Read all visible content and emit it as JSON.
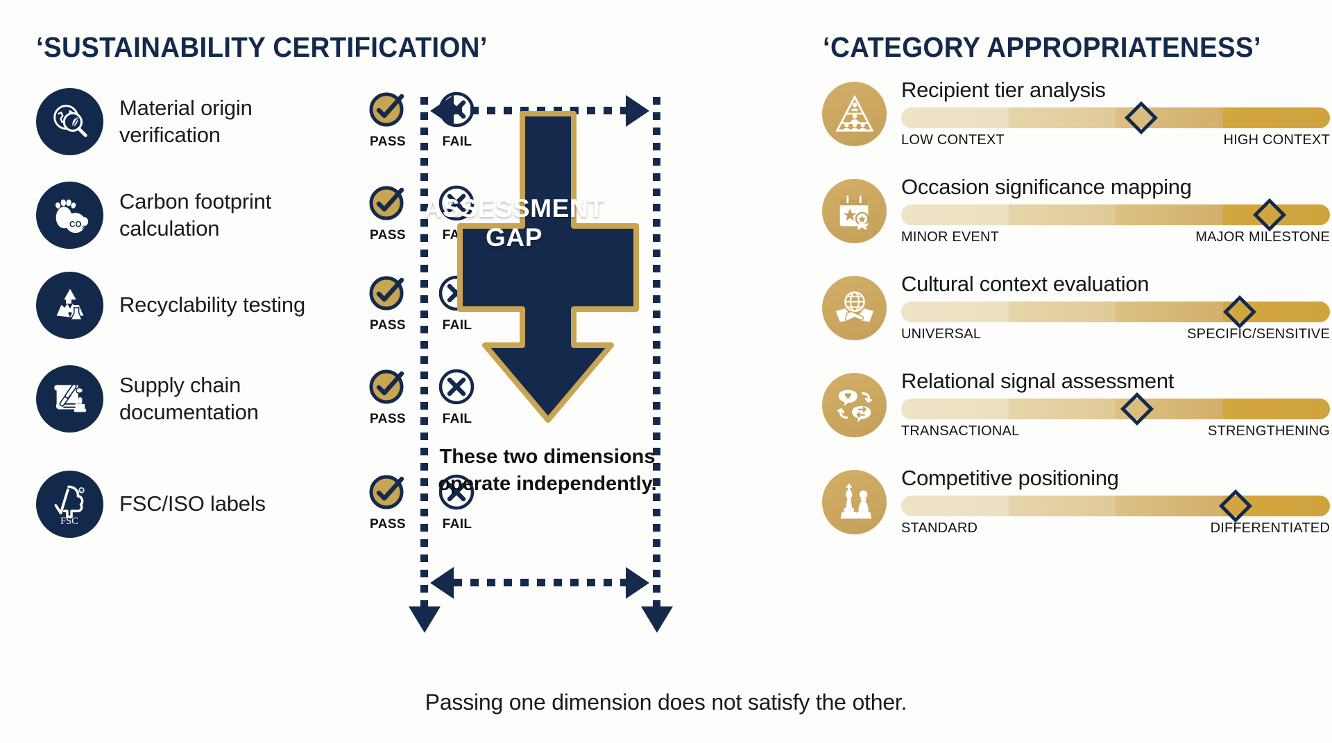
{
  "colors": {
    "navy": "#14294b",
    "gold": "#c8a553",
    "gold_light": "#efe2c7",
    "gold_dark": "#cfa33d",
    "background": "#fdfdfc",
    "text": "#161616"
  },
  "left_column": {
    "title": "‘SUSTAINABILITY CERTIFICATION’",
    "pass_label": "PASS",
    "fail_label": "FAIL",
    "items": [
      {
        "label": "Material origin verification",
        "icon": "globe-leaf-magnifier-icon",
        "result": "PASS"
      },
      {
        "label": "Carbon footprint calculation",
        "icon": "carbon-footprint-icon",
        "result": "PASS"
      },
      {
        "label": "Recyclability testing",
        "icon": "recycle-flask-icon",
        "result": "PASS"
      },
      {
        "label": "Supply chain documentation",
        "icon": "scroll-chain-stamp-icon",
        "result": "PASS"
      },
      {
        "label": "FSC/ISO labels",
        "icon": "fsc-tree-checkmark-icon",
        "result": "PASS"
      }
    ]
  },
  "center": {
    "arrow_label_line1": "ASSESSMENT",
    "arrow_label_line2": "GAP",
    "note": "These two dimensions operate independently."
  },
  "right_column": {
    "title": "‘CATEGORY APPROPRIATENESS’",
    "items": [
      {
        "label": "Recipient tier analysis",
        "icon": "pyramid-hierarchy-icon",
        "left_end": "LOW CONTEXT",
        "right_end": "HIGH CONTEXT",
        "marker_percent": 56
      },
      {
        "label": "Occasion significance mapping",
        "icon": "calendar-award-icon",
        "left_end": "MINOR EVENT",
        "right_end": "MAJOR MILESTONE",
        "marker_percent": 86
      },
      {
        "label": "Cultural context evaluation",
        "icon": "globe-handshake-icon",
        "left_end": "UNIVERSAL",
        "right_end": "SPECIFIC/SENSITIVE",
        "marker_percent": 79
      },
      {
        "label": "Relational signal assessment",
        "icon": "chat-heart-refresh-icon",
        "left_end": "TRANSACTIONAL",
        "right_end": "STRENGTHENING",
        "marker_percent": 55
      },
      {
        "label": "Competitive positioning",
        "icon": "chess-pieces-icon",
        "left_end": "STANDARD",
        "right_end": "DIFFERENTIATED",
        "marker_percent": 78
      }
    ]
  },
  "footer": {
    "text": "Passing one dimension does not satisfy the other."
  }
}
